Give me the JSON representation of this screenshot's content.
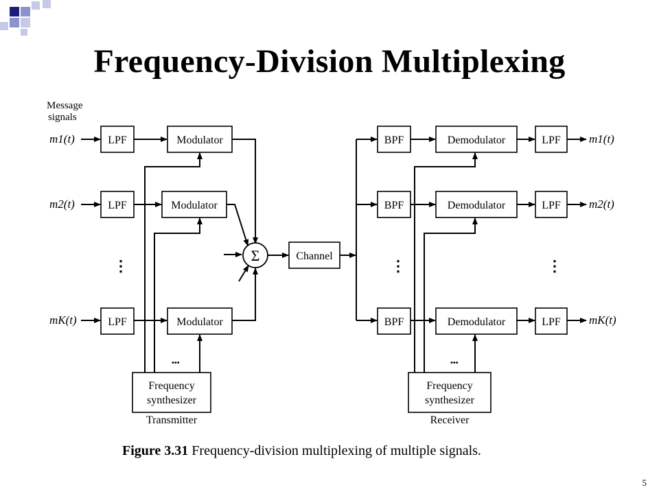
{
  "slide": {
    "title": "Frequency-Division Multiplexing",
    "caption_label": "Figure 3.31",
    "caption_text": " Frequency-division multiplexing of multiple signals.",
    "page_number": "5",
    "accent_colors": [
      "#1a1f7a",
      "#8e92cc",
      "#c7c9e6"
    ]
  },
  "diagram": {
    "message_label": "Message",
    "signals_label": "signals",
    "inputs": [
      "m1(t)",
      "m2(t)",
      "mK(t)"
    ],
    "outputs": [
      "m1(t)",
      "m2(t)",
      "mK(t)"
    ],
    "lpf_label": "LPF",
    "bpf_label": "BPF",
    "modulator_label": "Modulator",
    "demodulator_label": "Demodulator",
    "channel_label": "Channel",
    "sum_symbol": "Σ",
    "synth_line1": "Frequency",
    "synth_line2": "synthesizer",
    "transmitter_label": "Transmitter",
    "receiver_label": "Receiver",
    "vdots": "⋮",
    "hdots": "•••"
  }
}
